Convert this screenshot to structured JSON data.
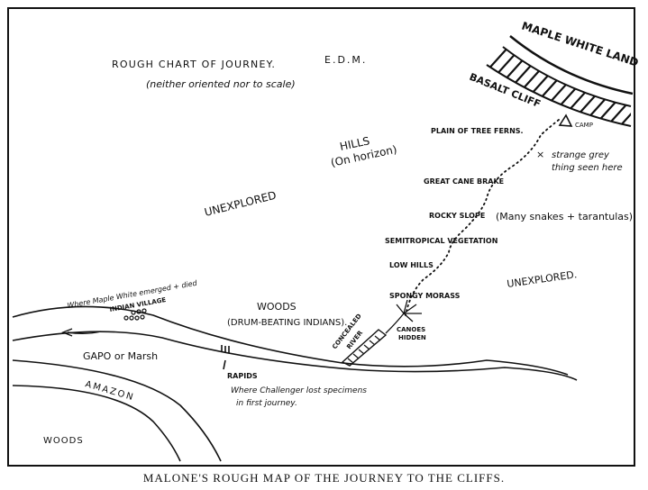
{
  "title": "ROUGH CHART OF JOURNEY.",
  "author": "E.D.M.",
  "subtitle": "(neither oriented nor to scale)",
  "caption": "MALONE'S ROUGH MAP OF THE JOURNEY TO THE CLIFFS.",
  "labels": {
    "maple_white_land": "MAPLE WHITE LAND",
    "basalt_cliff": "BASALT CLIFF",
    "camp": "CAMP",
    "plain_tree_ferns": "PLAIN OF TREE FERNS.",
    "strange_grey_1": "strange grey",
    "strange_grey_2": "thing seen here",
    "hills": "HILLS",
    "on_horizon": "(On horizon)",
    "great_cane_brake": "GREAT CANE BRAKE",
    "rocky_slope": "ROCKY SLOPE",
    "many_snakes": "(Many snakes + tarantulas)",
    "semitropical": "SEMITROPICAL VEGETATION",
    "low_hills": "LOW HILLS",
    "unexplored_left": "UNEXPLORED",
    "unexplored_right": "UNEXPLORED.",
    "spongy_morass": "SPONGY MORASS",
    "canoes_1": "CANOES",
    "canoes_2": "HIDDEN",
    "concealed_1": "CONCEALED",
    "concealed_2": "RIVER",
    "woods_center": "WOODS",
    "drum_beating": "(DRUM-BEATING INDIANS).",
    "where_maple": "Where Maple White emerged + died",
    "indian_village": "INDIAN VILLAGE",
    "gapo": "GAPO or Marsh",
    "rapids": "RAPIDS",
    "challenger_1": "Where Challenger lost specimens",
    "challenger_2": "in first journey.",
    "amazon": "AMAZON",
    "woods_bottom": "WOODS"
  }
}
